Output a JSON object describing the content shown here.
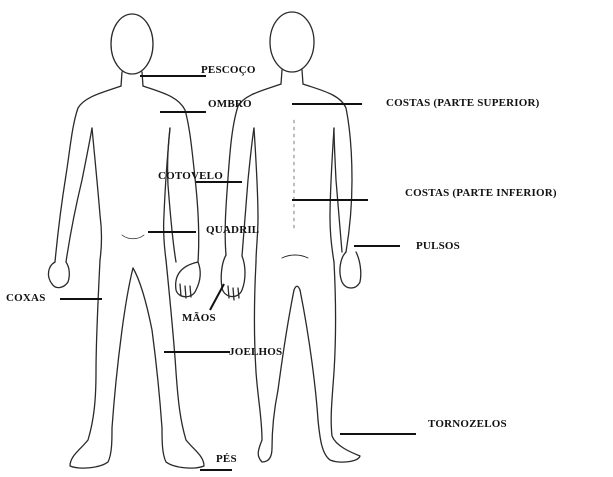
{
  "diagram": {
    "labels": {
      "neck": "PESCOÇO",
      "shoulder": "OMBRO",
      "elbow": "COTOVELO",
      "hip": "QUADRIL",
      "thighs": "COXAS",
      "hands": "MÃOS",
      "knees": "JOELHOS",
      "feet": "PÉS",
      "upper_back": "COSTAS (PARTE SUPERIOR)",
      "lower_back": "COSTAS (PARTE INFERIOR)",
      "wrists": "PULSOS",
      "ankles": "TORNOZELOS"
    },
    "colors": {
      "outline": "#2a2a2a",
      "leader": "#111111",
      "text": "#111111"
    }
  }
}
